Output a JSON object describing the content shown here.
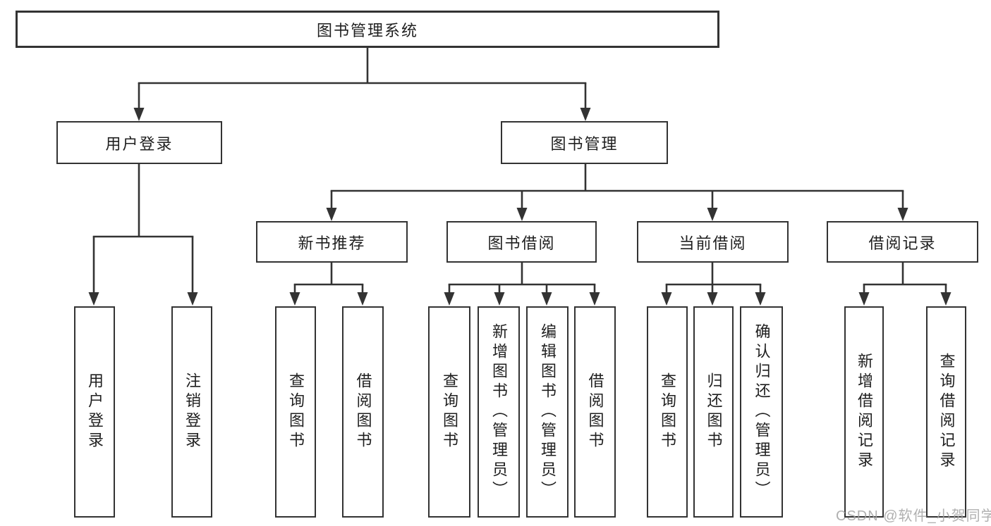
{
  "diagram": {
    "title": "图书管理系统",
    "root": {
      "label": "图书管理系统"
    },
    "level2": [
      {
        "label": "用户登录"
      },
      {
        "label": "图书管理"
      }
    ],
    "level3": [
      {
        "label": "新书推荐",
        "parent": "图书管理"
      },
      {
        "label": "图书借阅",
        "parent": "图书管理"
      },
      {
        "label": "当前借阅",
        "parent": "图书管理"
      },
      {
        "label": "借阅记录",
        "parent": "图书管理"
      }
    ],
    "leaves": [
      {
        "label": "用户登录",
        "parent": "用户登录"
      },
      {
        "label": "注销登录",
        "parent": "用户登录"
      },
      {
        "label": "查询图书",
        "parent": "新书推荐"
      },
      {
        "label": "借阅图书",
        "parent": "新书推荐"
      },
      {
        "label": "查询图书",
        "parent": "图书借阅"
      },
      {
        "label": "新增图书（管理员）",
        "parent": "图书借阅"
      },
      {
        "label": "编辑图书（管理员）",
        "parent": "图书借阅"
      },
      {
        "label": "借阅图书",
        "parent": "图书借阅"
      },
      {
        "label": "查询图书",
        "parent": "当前借阅"
      },
      {
        "label": "归还图书",
        "parent": "当前借阅"
      },
      {
        "label": "确认归还（管理员）",
        "parent": "当前借阅"
      },
      {
        "label": "新增借阅记录",
        "parent": "借阅记录"
      },
      {
        "label": "查询借阅记录",
        "parent": "借阅记录"
      }
    ],
    "watermark": "CSDN @软件_小贺同学",
    "colors": {
      "line": "#333333",
      "box_border": "#333333",
      "box_fill": "#ffffff",
      "text": "#1f1f1f",
      "watermark": "#a3a3a3",
      "background": "#ffffff"
    }
  }
}
